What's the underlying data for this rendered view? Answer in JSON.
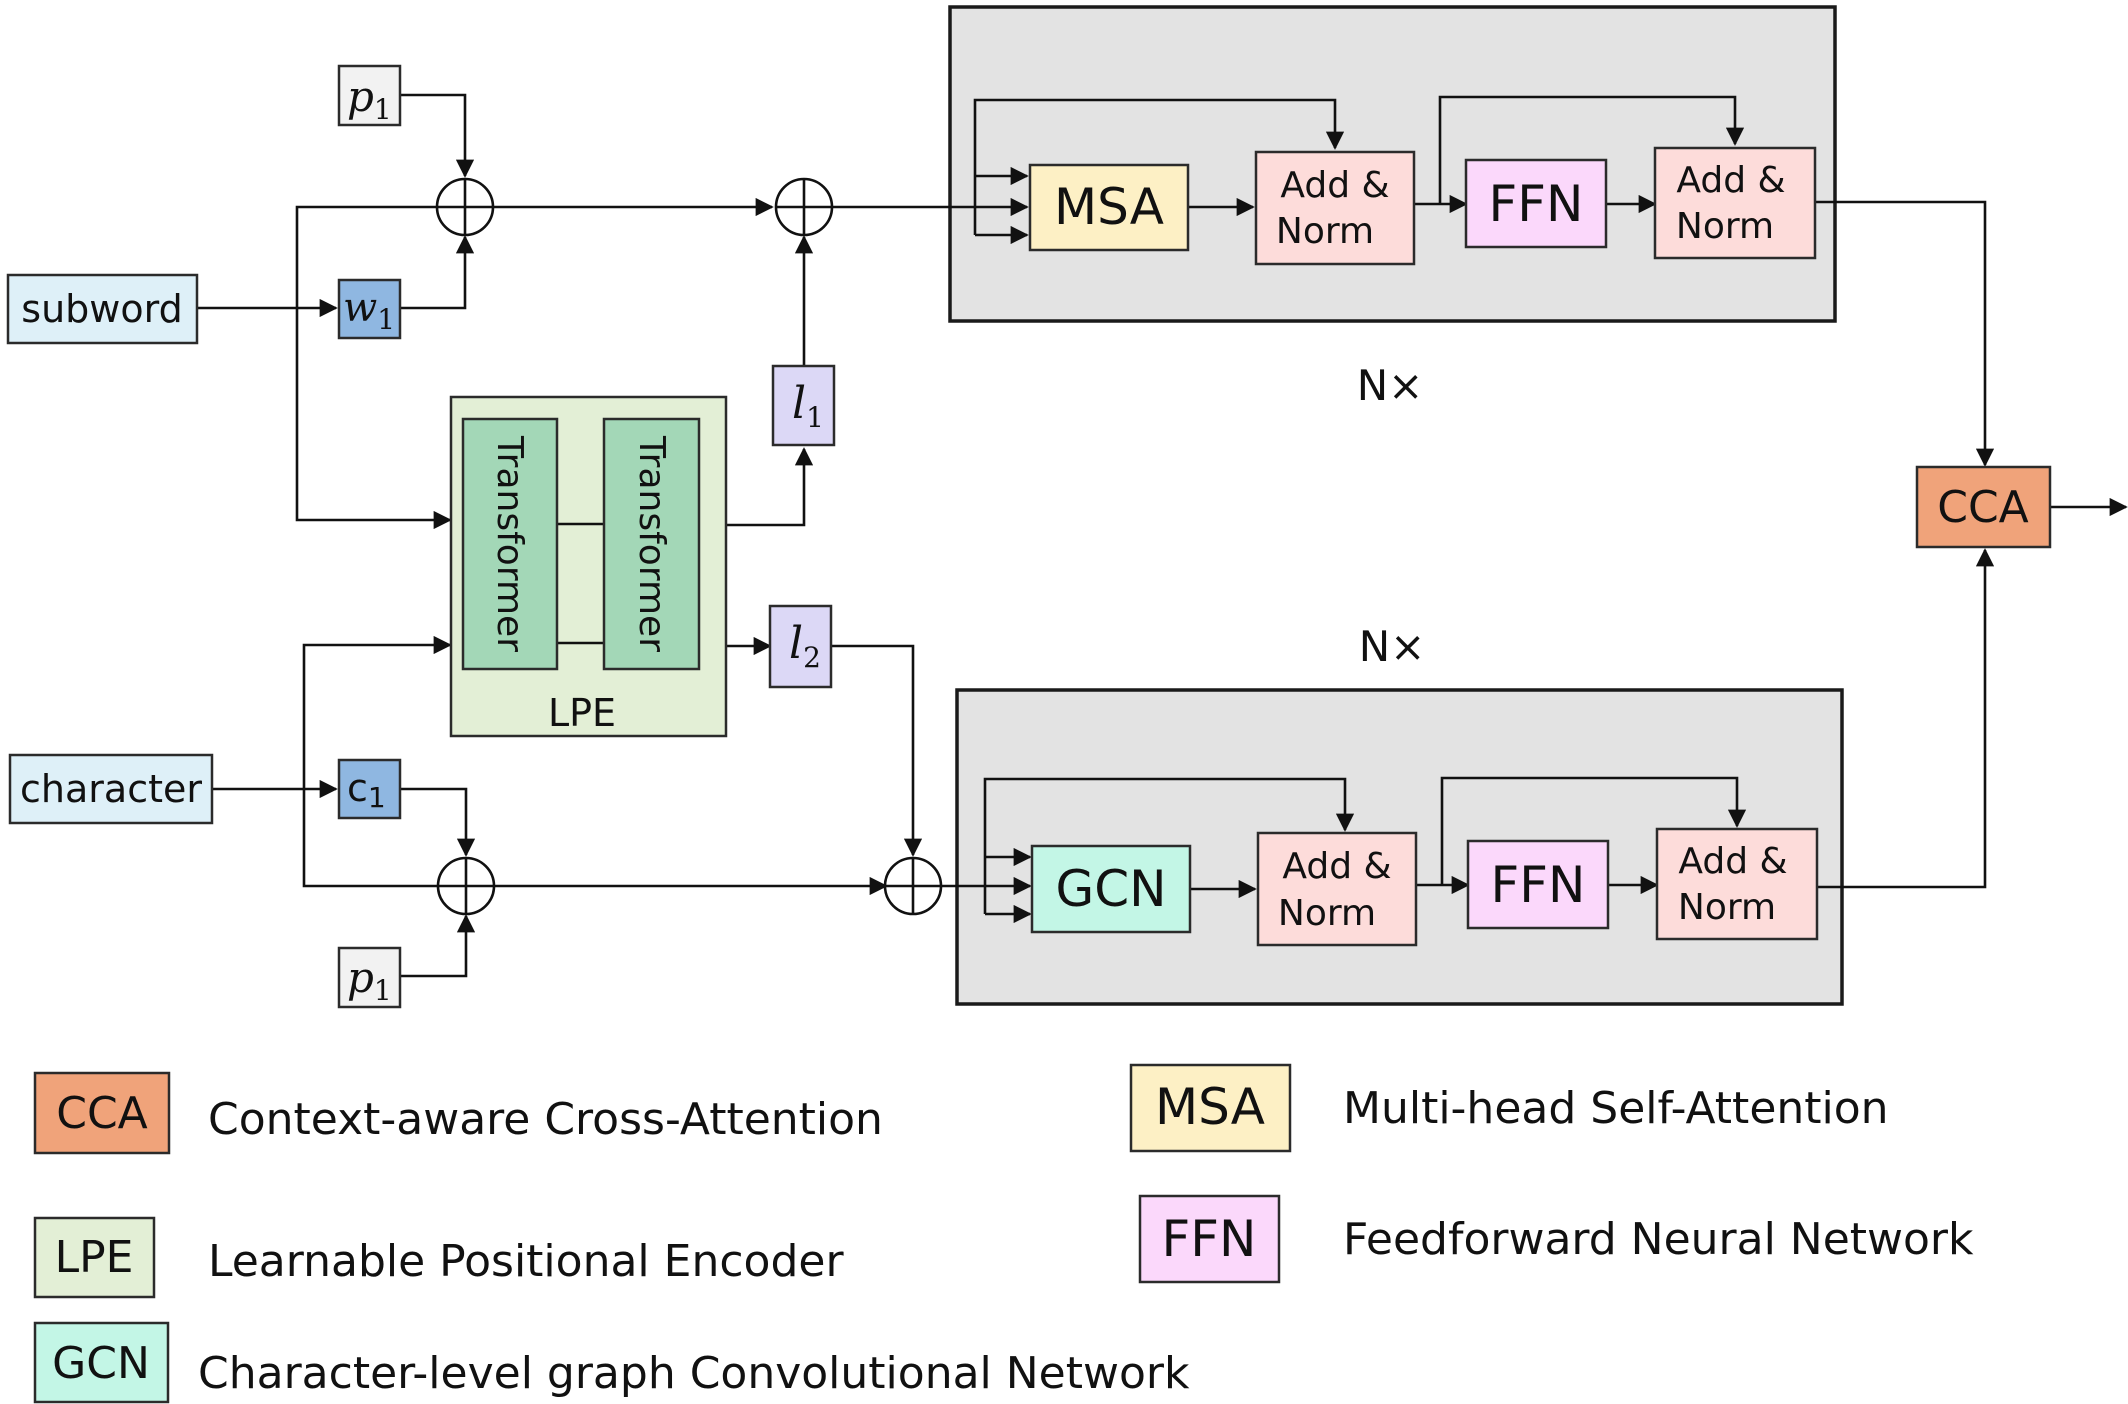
{
  "inputs": {
    "subword": "subword",
    "character": "character"
  },
  "embeddings": {
    "p_top": {
      "var": "p",
      "idx": "1"
    },
    "w": {
      "var": "w",
      "idx": "1"
    },
    "c": {
      "var": "c",
      "idx": "1"
    },
    "p_bottom": {
      "var": "p",
      "idx": "1"
    },
    "l1": {
      "var": "l",
      "idx": "1"
    },
    "l2": {
      "var": "l",
      "idx": "2"
    }
  },
  "lpe": {
    "label": "LPE",
    "transformer_left": "Transformer",
    "transformer_right": "Transformer"
  },
  "top_branch": {
    "repeat": "N×",
    "block1": "MSA",
    "addnorm1_line1": "Add &",
    "addnorm1_line2": "Norm",
    "block2": "FFN",
    "addnorm2_line1": "Add &",
    "addnorm2_line2": "Norm"
  },
  "bottom_branch": {
    "repeat": "N×",
    "block1": "GCN",
    "addnorm1_line1": "Add &",
    "addnorm1_line2": "Norm",
    "block2": "FFN",
    "addnorm2_line1": "Add &",
    "addnorm2_line2": "Norm"
  },
  "output": {
    "label": "CCA"
  },
  "legend": [
    {
      "abbr": "CCA",
      "text": "Context-aware Cross-Attention",
      "color": "#f0a37a"
    },
    {
      "abbr": "LPE",
      "text": "Learnable Positional Encoder",
      "color": "#e3efd6"
    },
    {
      "abbr": "GCN",
      "text": "Character-level graph Convolutional Network",
      "color": "#c3f6e6"
    },
    {
      "abbr": "MSA",
      "text": "Multi-head Self-Attention",
      "color": "#fdf0c5"
    },
    {
      "abbr": "FFN",
      "text": "Feedforward Neural Network",
      "color": "#fbd8fb"
    }
  ],
  "colors": {
    "input": "#def0f8",
    "embed_blue": "#8fb7e1",
    "embed_gray": "#f2f2f2",
    "embed_purple": "#dcd8f6",
    "lpe": "#e3efd6",
    "transformer": "#a3d7b7",
    "msa": "#fdf0c5",
    "gcn": "#c3f6e6",
    "ffn": "#fbd8fb",
    "addnorm": "#fddcda",
    "cca": "#f0a37a",
    "panel": "#e3e3e3"
  }
}
